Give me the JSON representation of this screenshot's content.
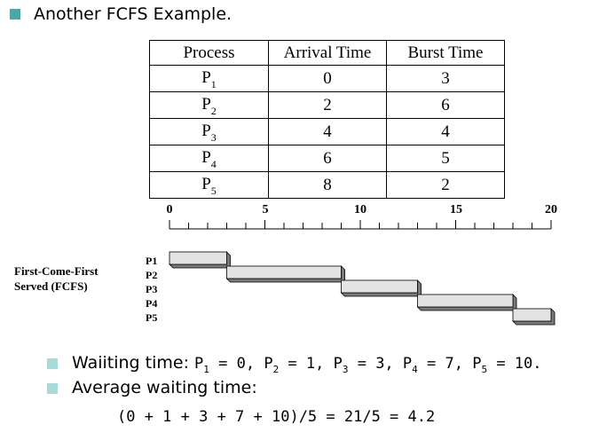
{
  "heading": "Another FCFS Example.",
  "table": {
    "headers": [
      "Process",
      "Arrival Time",
      "Burst Time"
    ],
    "rows": [
      {
        "base": "P",
        "sub": "1",
        "arrival": "0",
        "burst": "3"
      },
      {
        "base": "P",
        "sub": "2",
        "arrival": "2",
        "burst": "6"
      },
      {
        "base": "P",
        "sub": "3",
        "arrival": "4",
        "burst": "4"
      },
      {
        "base": "P",
        "sub": "4",
        "arrival": "6",
        "burst": "5"
      },
      {
        "base": "P",
        "sub": "5",
        "arrival": "8",
        "burst": "2"
      }
    ]
  },
  "gantt": {
    "ticks": [
      "0",
      "5",
      "10",
      "15",
      "20"
    ],
    "label_line1": "First-Come-First",
    "label_line2": "Served (FCFS)",
    "processes": [
      "P1",
      "P2",
      "P3",
      "P4",
      "P5"
    ],
    "schedule": [
      {
        "name": "P1",
        "start": 0,
        "end": 3
      },
      {
        "name": "P2",
        "start": 3,
        "end": 9
      },
      {
        "name": "P3",
        "start": 9,
        "end": 13
      },
      {
        "name": "P4",
        "start": 13,
        "end": 18
      },
      {
        "name": "P5",
        "start": 18,
        "end": 20
      }
    ],
    "axis_min": 0,
    "axis_max": 20
  },
  "bullets": {
    "waiting_prefix": "Waiiting time: ",
    "waiting_items": [
      {
        "base": "P",
        "sub": "1",
        "value": " = 0, "
      },
      {
        "base": "P",
        "sub": "2",
        "value": " = 1, "
      },
      {
        "base": "P",
        "sub": "3",
        "value": " = 3, "
      },
      {
        "base": "P",
        "sub": "4",
        "value": " = 7, "
      },
      {
        "base": "P",
        "sub": "5",
        "value": " = 10."
      }
    ],
    "average_label": "Average waiting time:",
    "formula": "(0 + 1 + 3 + 7 + 10)/5 = 21/5 = 4.2"
  }
}
